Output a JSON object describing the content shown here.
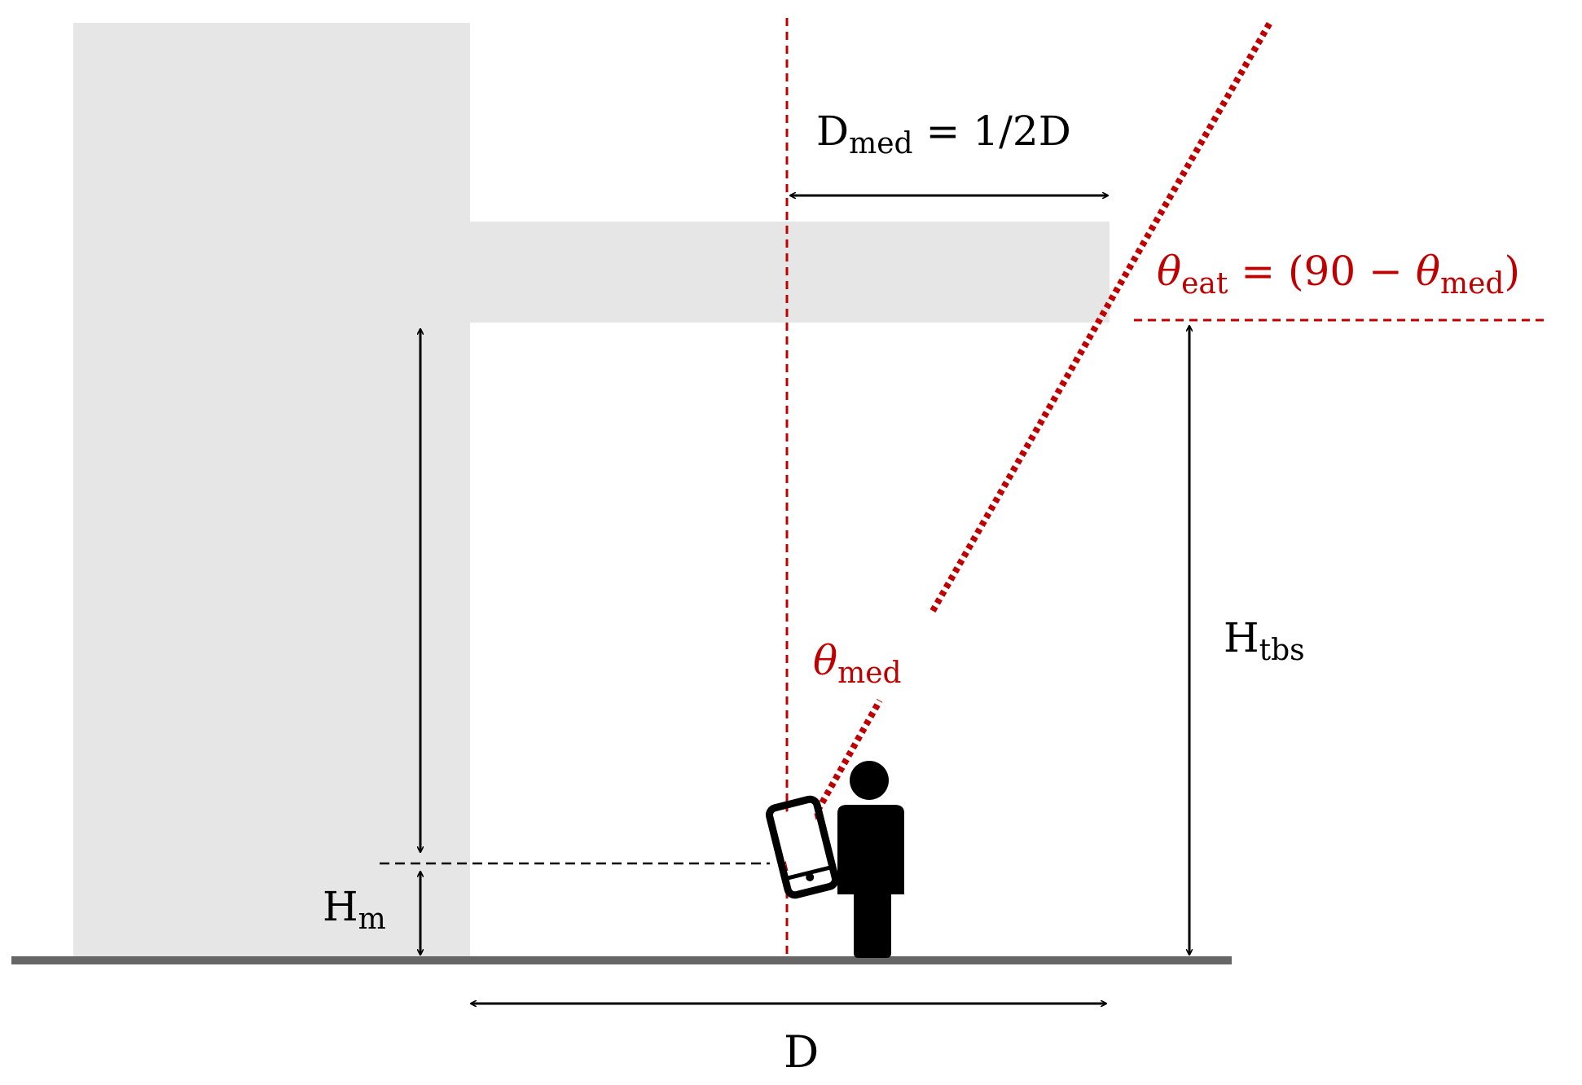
{
  "labels": {
    "d_med": {
      "base": "D",
      "sub": "med",
      "rest": " = 1/2D"
    },
    "theta_eat": {
      "theta": "θ",
      "sub": "eat",
      "mid": " = (90 − ",
      "theta2": "θ",
      "sub2": "med",
      "end": ")"
    },
    "theta_med": {
      "theta": "θ",
      "sub": "med"
    },
    "h_tbs": {
      "base": "H",
      "sub": "tbs"
    },
    "h_m": {
      "base": "H",
      "sub": "m"
    },
    "d": "D"
  },
  "colors": {
    "building": "#e6e6e6",
    "ground": "#666666",
    "guide_red": "#c00000",
    "arrow": "#000000",
    "figure": "#000000"
  },
  "icons": {
    "person": "person-icon",
    "phone": "smartphone-icon"
  }
}
